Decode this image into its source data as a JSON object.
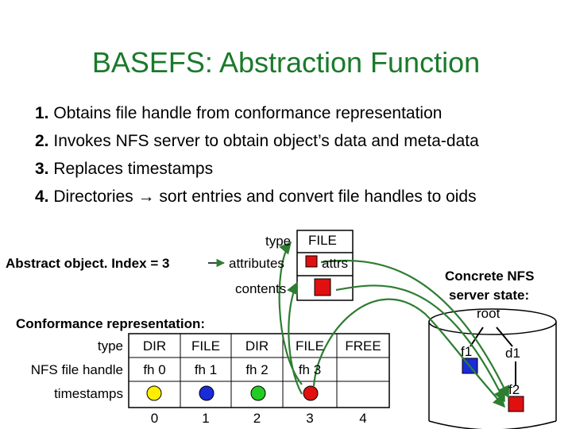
{
  "title": "BASEFS: Abstraction Function",
  "steps": [
    {
      "num": "1.",
      "text": "Obtains file handle from conformance representation"
    },
    {
      "num": "2.",
      "text": "Invokes NFS server to obtain object’s data and meta-data"
    },
    {
      "num": "3.",
      "text": "Replaces timestamps"
    },
    {
      "num": "4.",
      "text": "Directories → sort entries and convert file handles to oids"
    }
  ],
  "abstract": {
    "caption": "Abstract object. Index = 3",
    "arrow": "→",
    "field_labels": [
      "type",
      "attributes",
      "contents"
    ],
    "type_value": "FILE",
    "attrs_value": "attrs"
  },
  "conformance": {
    "caption": "Conformance representation:",
    "row_labels": [
      "type",
      "NFS file handle",
      "timestamps"
    ],
    "types": [
      "DIR",
      "FILE",
      "DIR",
      "FILE",
      "FREE"
    ],
    "handles": [
      "fh 0",
      "fh 1",
      "fh 2",
      "fh 3",
      ""
    ],
    "timestamp_colors": [
      "#ffee00",
      "#1a2bd9",
      "#22cc22",
      "#e01010",
      ""
    ],
    "indices": [
      "0",
      "1",
      "2",
      "3",
      "4"
    ]
  },
  "nfs": {
    "caption_line1": "Concrete NFS",
    "caption_line2": "server state:",
    "root": "root",
    "f1": "f1",
    "d1": "d1",
    "f2": "f2"
  },
  "colors": {
    "title": "#1a7a2a",
    "arrow": "#2e7d32",
    "red": "#e01010",
    "blue": "#1a2bd9"
  }
}
